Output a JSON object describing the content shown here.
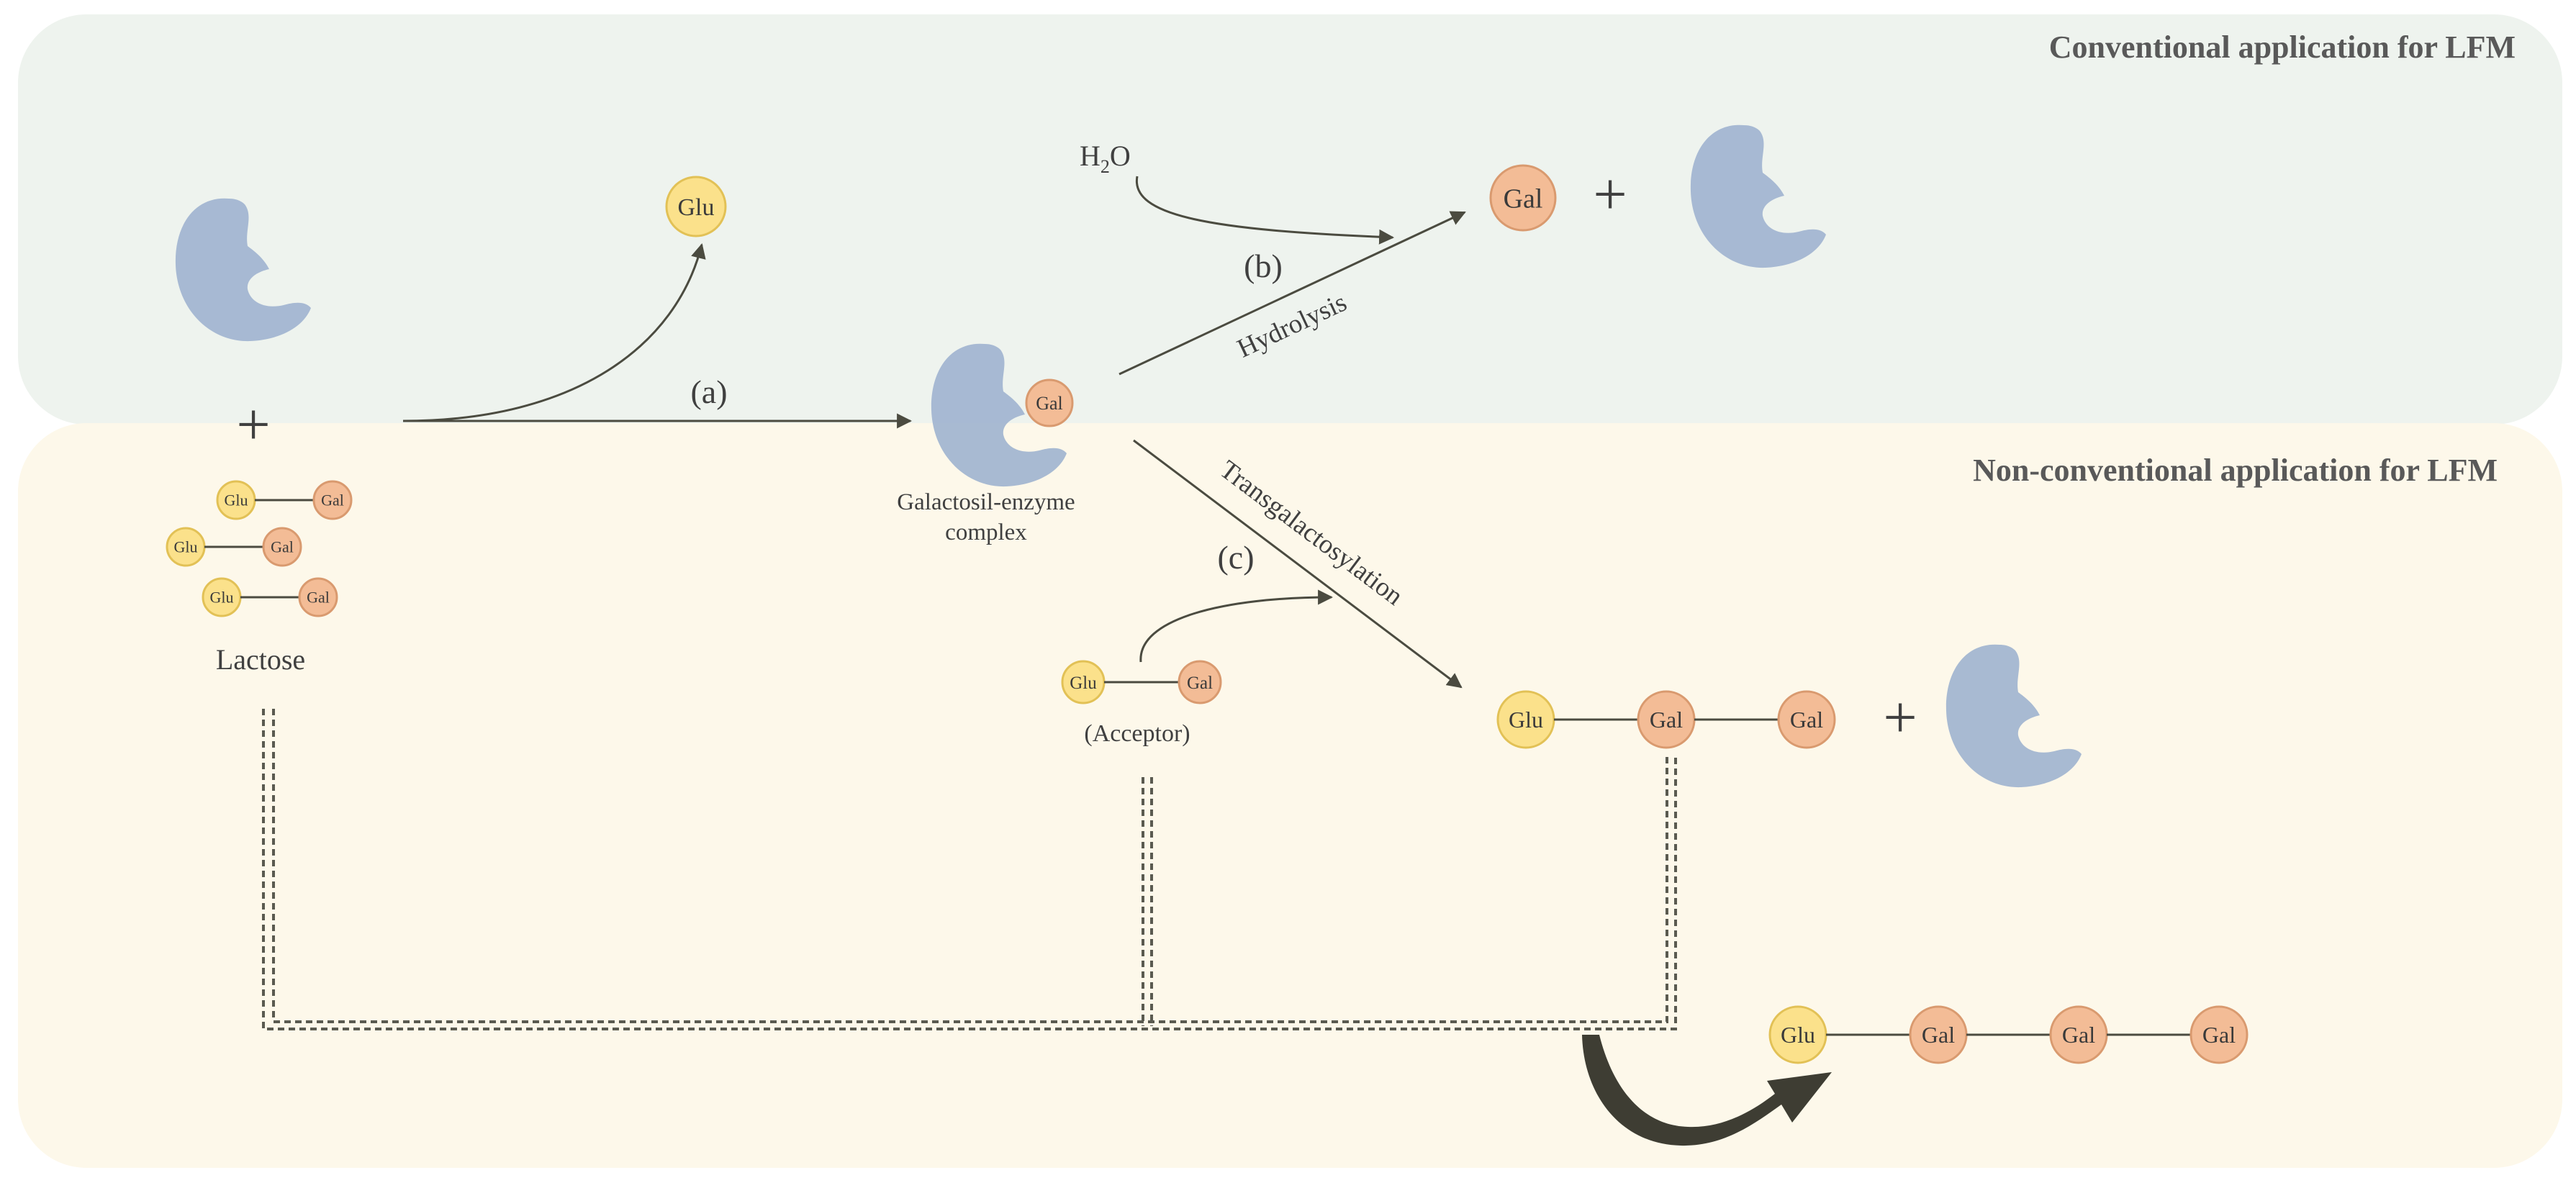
{
  "panels": {
    "conventional_title": "Conventional application for LFM",
    "nonconventional_title": "Non-conventional application for LFM"
  },
  "labels": {
    "lactose": "Lactose",
    "plus": "+",
    "step_a": "(a)",
    "step_b": "(b)",
    "step_c": "(c)",
    "water_main": "H",
    "water_sub": "2",
    "water_tail": "O",
    "hydrolysis": "Hydrolysis",
    "transgalactosylation": "Transgalactosylation",
    "complex_line1": "Galactosil-enzyme",
    "complex_line2": "complex",
    "acceptor": "(Acceptor)"
  },
  "molecules": {
    "glu": "Glu",
    "gal": "Gal"
  },
  "colors": {
    "conventional_bg": "#eef3ee",
    "nonconventional_bg": "#fdf8ea",
    "enzyme": "#9fb3cf",
    "glu_fill": "#fbe18b",
    "glu_stroke": "#e2c156",
    "gal_fill": "#f3bc96",
    "gal_stroke": "#d99a6f",
    "arrow": "#4b4b40",
    "big_arrow": "#3e3d33"
  }
}
